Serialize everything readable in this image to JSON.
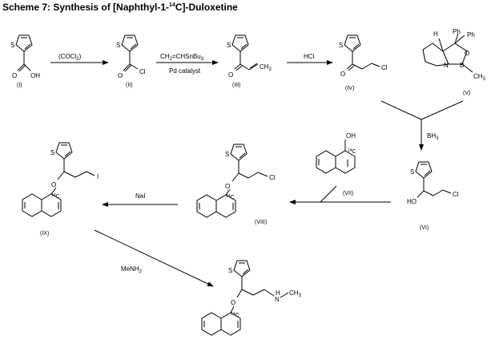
{
  "title": {
    "prefix": "Scheme 7: Synthesis of [Naphthyl-1-",
    "isotope_mass": "14",
    "suffix": "C]-Duloxetine"
  },
  "atoms": {
    "S": "S",
    "O": "O",
    "OH": "OH",
    "Cl": "Cl",
    "CH2": "CH",
    "CH2_sub": "2",
    "HO": "HO",
    "I": "I",
    "N": "N",
    "B": "B",
    "H": "H",
    "Ph": "Ph",
    "CH3": "CH",
    "CH3_sub": "3",
    "label_14": "14",
    "label_C": "C"
  },
  "compounds": {
    "I": "(I)",
    "II": "(II)",
    "III": "(III)",
    "IV": "(IV)",
    "V": "(V)",
    "VI": "(VI)",
    "VII": "(VII)",
    "VIII": "(VIII)",
    "IX": "(IX)"
  },
  "reagents": {
    "step1": {
      "text": "(COCl",
      "sub": "2",
      "close": ")"
    },
    "step2_top": {
      "a": "CH",
      "a_sub": "2",
      "b": "=CHSnBu",
      "b_sub": "3"
    },
    "step2_bottom": "Pd catalyst",
    "step3": "HCl",
    "step4": {
      "text": "BH",
      "sub": "3"
    },
    "step6": "NaI",
    "step7": {
      "text": "MeNH",
      "sub": "2"
    }
  }
}
